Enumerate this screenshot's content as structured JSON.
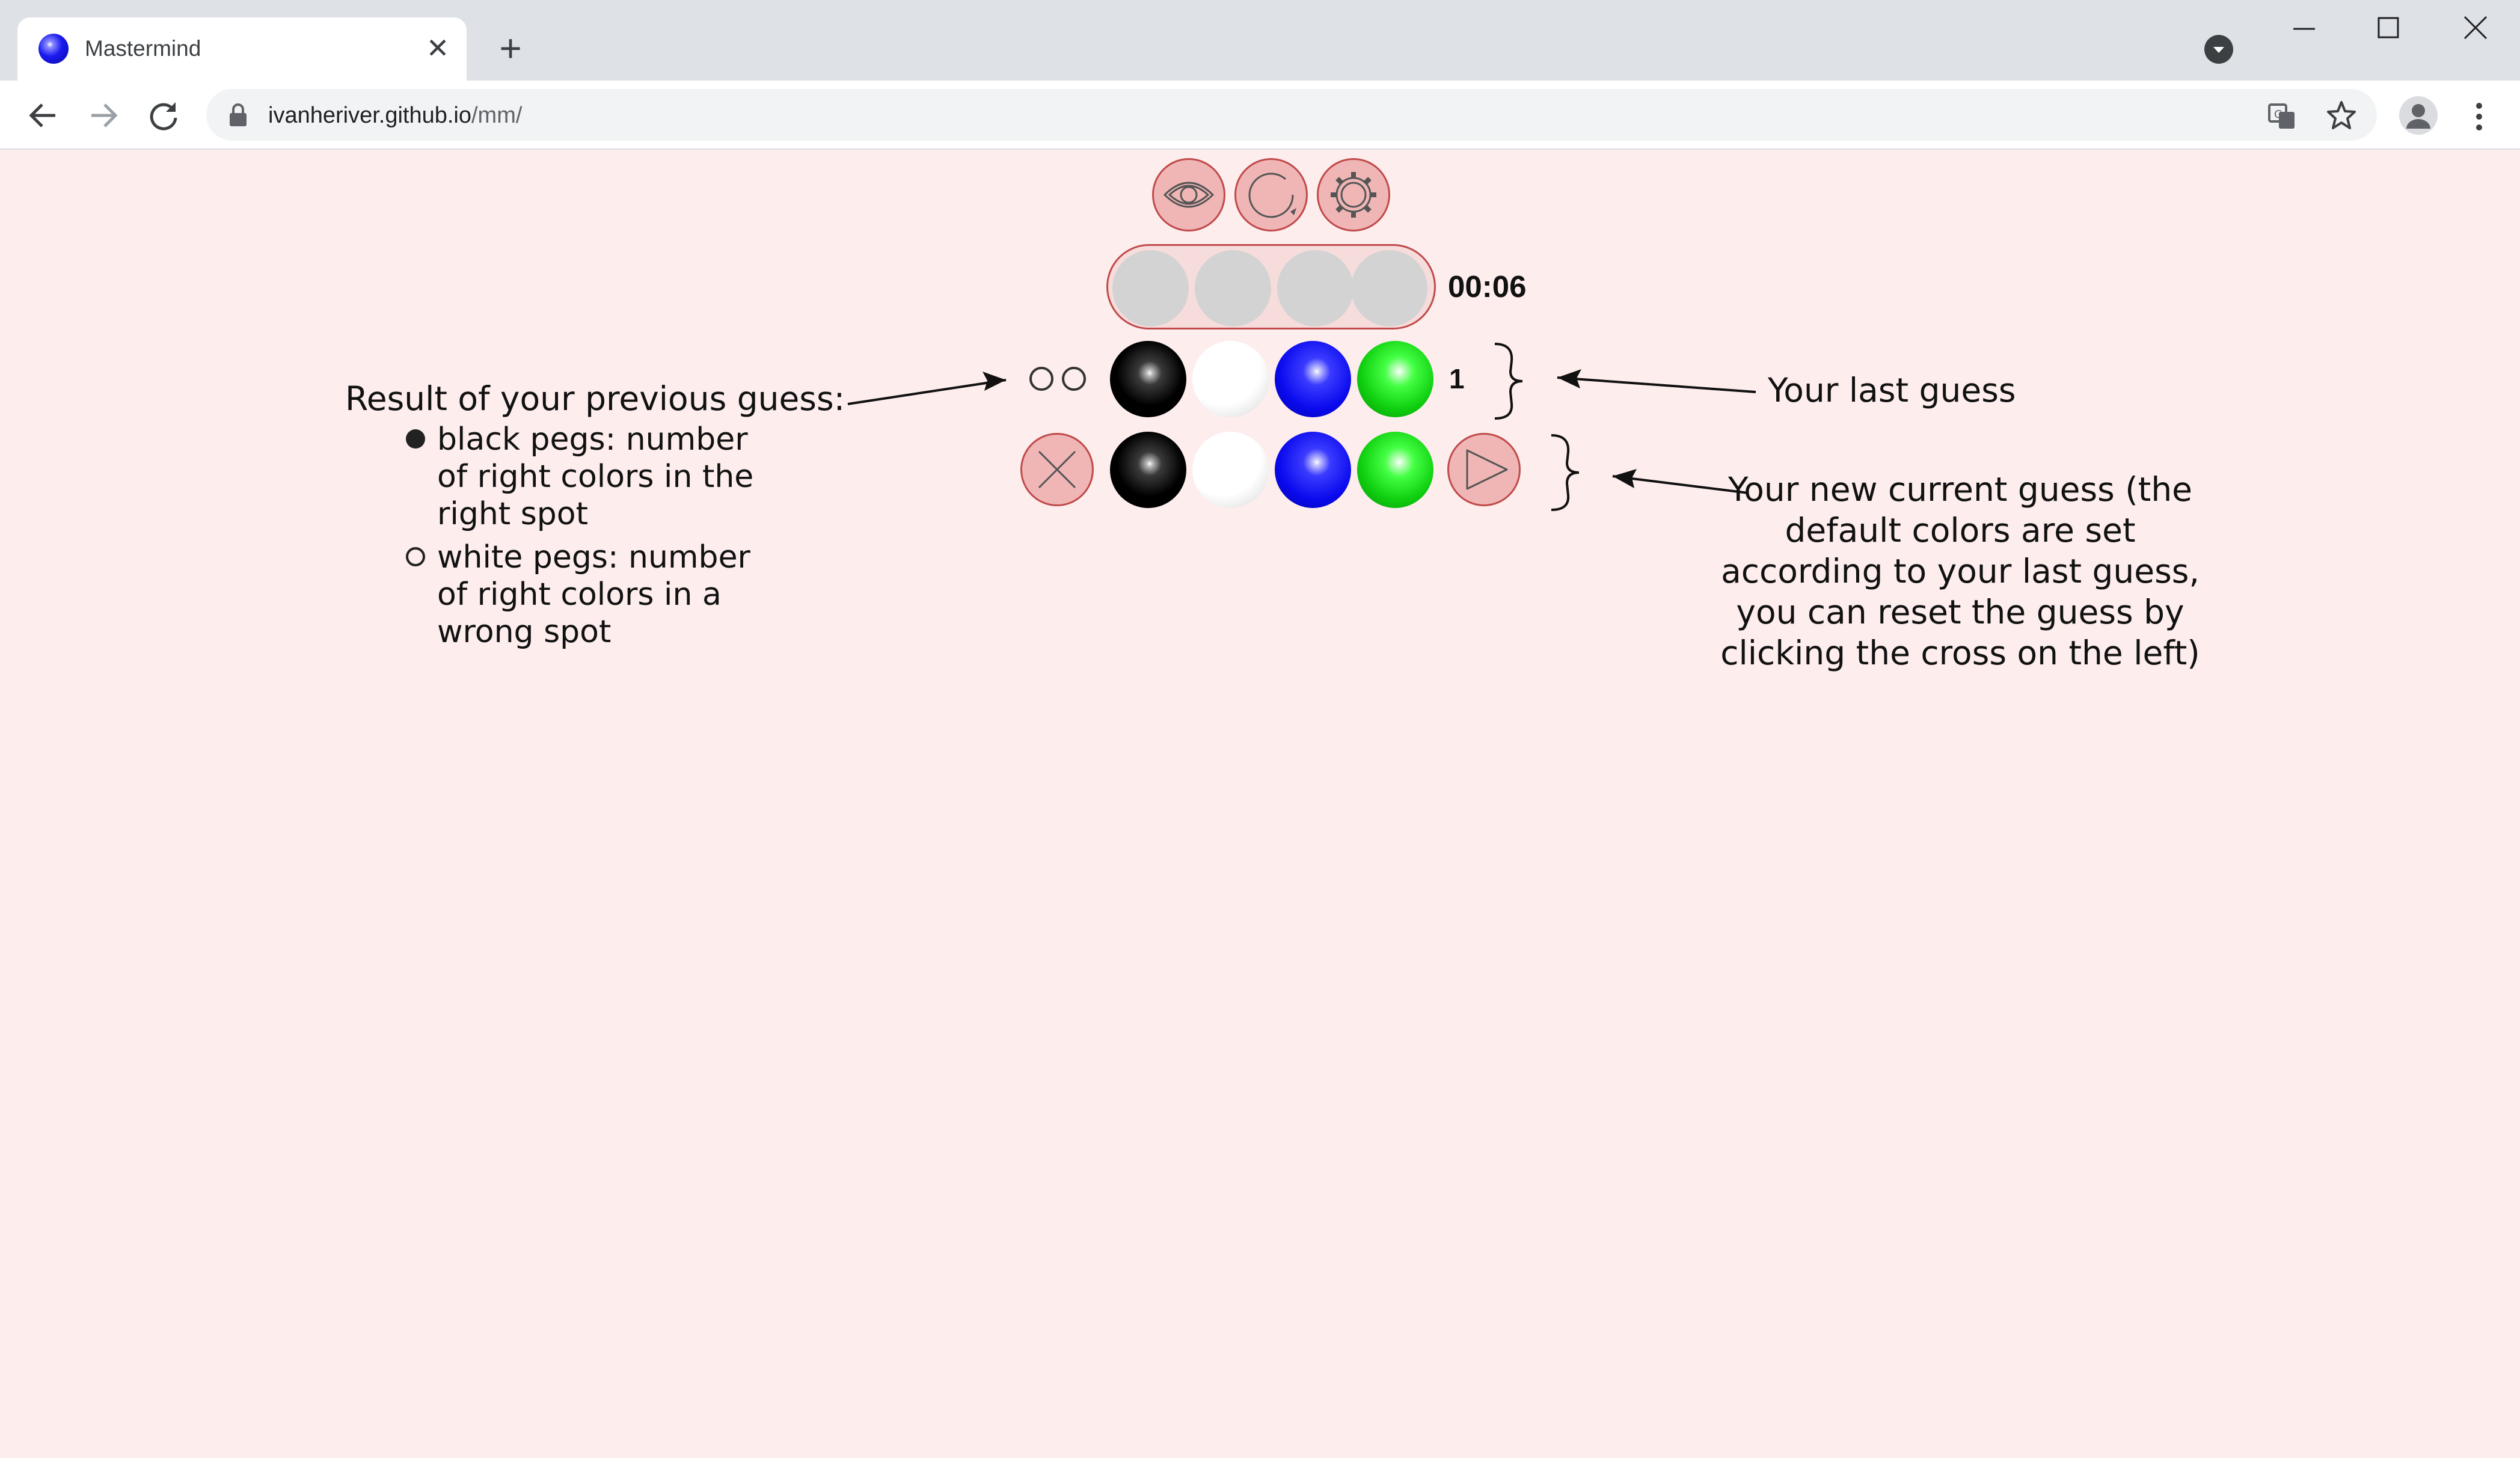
{
  "browser": {
    "tab_title": "Mastermind",
    "url_host": "ivanheriver.github.io",
    "url_path": "/mm/"
  },
  "game": {
    "controls": [
      "eye-icon",
      "restart-icon",
      "gear-icon",
      "close-icon",
      "play-icon"
    ],
    "timer": "00:06",
    "secret_pegs": 4,
    "last_guess": {
      "number": "1",
      "colors": [
        "black",
        "white",
        "blue",
        "green"
      ],
      "black_hints": 0,
      "white_hints": 2
    },
    "current_guess": {
      "colors": [
        "black",
        "white",
        "blue",
        "green"
      ]
    },
    "colors": {
      "background": "#fdeded",
      "button_fill": "#f0b6b6",
      "button_border": "#c04a4a"
    }
  },
  "annotations": {
    "result_title": "Result of your previous guess:",
    "black_pegs_text": "black pegs: number of right colors in the right spot",
    "white_pegs_text": "white pegs: number of right colors in a wrong spot",
    "last_guess_text": "Your last guess",
    "new_guess_text": "Your new current guess (the default colors are set according to your last guess, you can reset the guess by clicking the cross on the left)"
  }
}
